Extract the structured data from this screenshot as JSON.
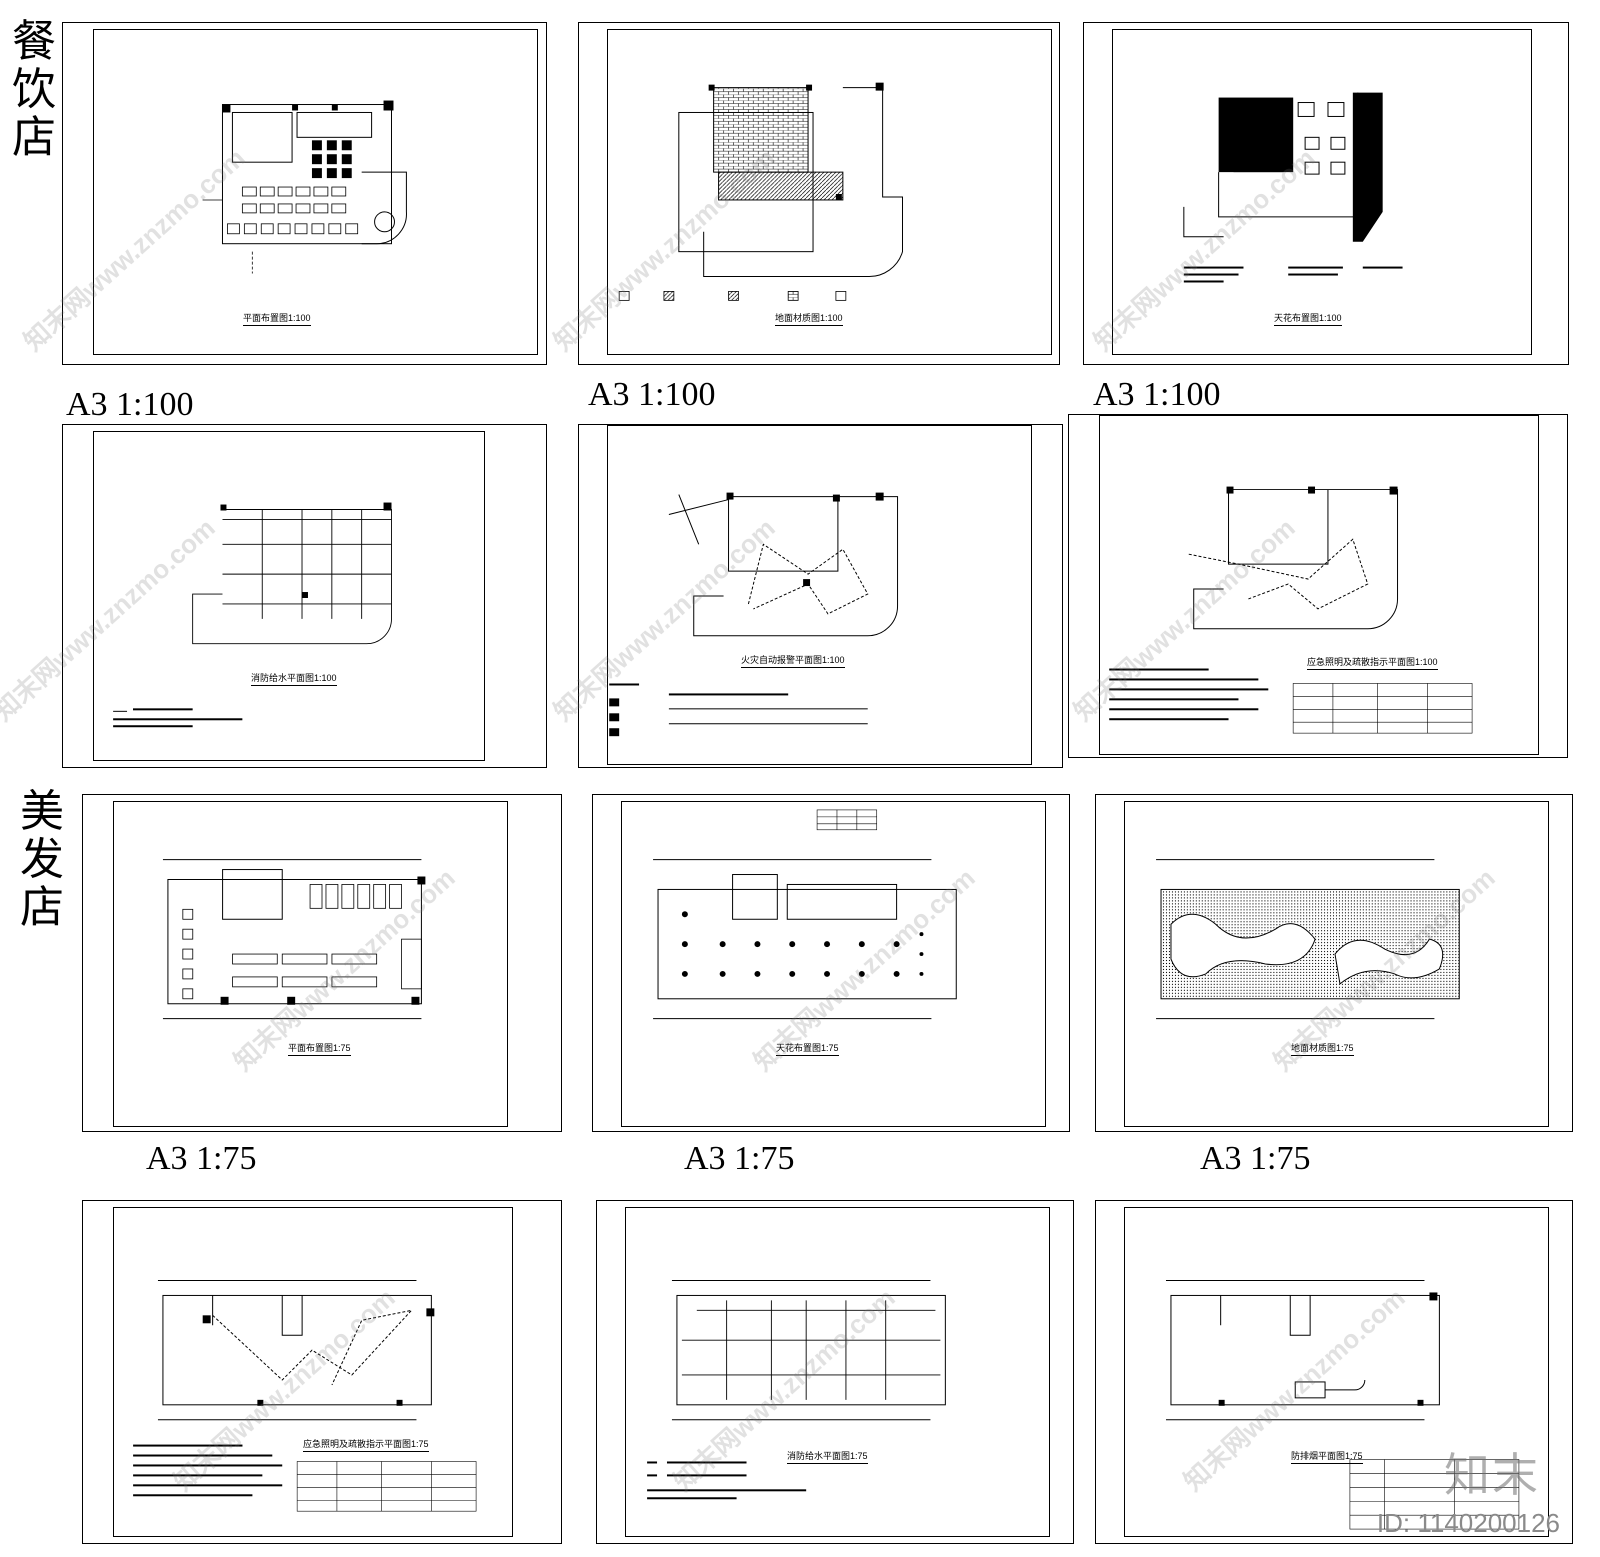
{
  "groups": {
    "restaurant": {
      "label_chars": [
        "餐",
        "饮",
        "店"
      ]
    },
    "salon": {
      "label_chars": [
        "美",
        "发",
        "店"
      ]
    }
  },
  "restaurant_sheets": [
    {
      "title": "平面布置图1:100"
    },
    {
      "title": "地面材质图1:100"
    },
    {
      "title": "天花布置图1:100"
    },
    {
      "title": "消防给水平面图1:100"
    },
    {
      "title": "火灾自动报警平面图1:100"
    },
    {
      "title": "应急照明及疏散指示平面图1:100"
    }
  ],
  "salon_sheets": [
    {
      "title": "平面布置图1:75"
    },
    {
      "title": "天花布置图1:75"
    },
    {
      "title": "地面材质图1:75"
    },
    {
      "title": "应急照明及疏散指示平面图1:75"
    },
    {
      "title": "消防给水平面图1:75"
    },
    {
      "title": "防排烟平面图1:75"
    }
  ],
  "scale_labels": {
    "restaurant": [
      "A3 1:100",
      "A3 1:100",
      "A3 1:100"
    ],
    "salon": [
      "A3 1:75",
      "A3 1:75",
      "A3 1:75"
    ]
  },
  "watermark": {
    "text": "知末网www.znzmo.com",
    "color": "#787878"
  },
  "logo": {
    "text": "知末"
  },
  "image_id": {
    "text": "ID: 1140200126"
  }
}
